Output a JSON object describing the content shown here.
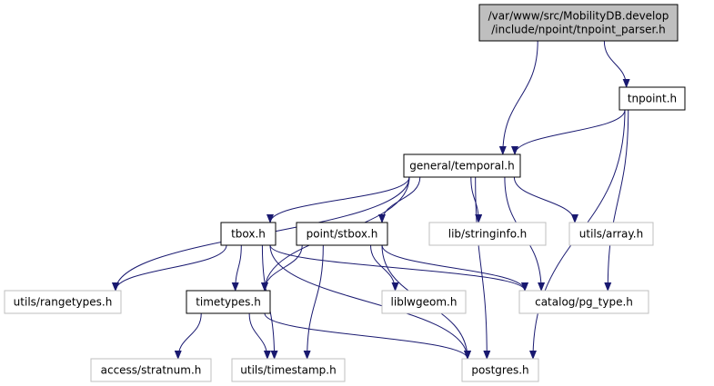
{
  "colors": {
    "edge": "#191970",
    "root_fill": "#bfbfbf",
    "node_border": "#000000",
    "external_border": "#bfbfbf",
    "external_text": "#000000",
    "background": "#ffffff"
  },
  "nodes": [
    {
      "id": "root",
      "lines": [
        "/var/www/src/MobilityDB.develop",
        "/include/npoint/tnpoint_parser.h"
      ],
      "kind": "root"
    },
    {
      "id": "tnpoint",
      "lines": [
        "tnpoint.h"
      ],
      "kind": "internal"
    },
    {
      "id": "temporal",
      "lines": [
        "general/temporal.h"
      ],
      "kind": "internal"
    },
    {
      "id": "tbox",
      "lines": [
        "tbox.h"
      ],
      "kind": "internal"
    },
    {
      "id": "stbox",
      "lines": [
        "point/stbox.h"
      ],
      "kind": "internal"
    },
    {
      "id": "stringinfo",
      "lines": [
        "lib/stringinfo.h"
      ],
      "kind": "external"
    },
    {
      "id": "array",
      "lines": [
        "utils/array.h"
      ],
      "kind": "external"
    },
    {
      "id": "rangetypes",
      "lines": [
        "utils/rangetypes.h"
      ],
      "kind": "external"
    },
    {
      "id": "timetypes",
      "lines": [
        "timetypes.h"
      ],
      "kind": "internal"
    },
    {
      "id": "liblwgeom",
      "lines": [
        "liblwgeom.h"
      ],
      "kind": "external"
    },
    {
      "id": "pg_type",
      "lines": [
        "catalog/pg_type.h"
      ],
      "kind": "external"
    },
    {
      "id": "stratnum",
      "lines": [
        "access/stratnum.h"
      ],
      "kind": "external"
    },
    {
      "id": "timestamp",
      "lines": [
        "utils/timestamp.h"
      ],
      "kind": "external"
    },
    {
      "id": "postgres",
      "lines": [
        "postgres.h"
      ],
      "kind": "external"
    }
  ],
  "edges": [
    [
      "root",
      "temporal"
    ],
    [
      "root",
      "tnpoint"
    ],
    [
      "tnpoint",
      "temporal"
    ],
    [
      "tnpoint",
      "pg_type"
    ],
    [
      "tnpoint",
      "postgres"
    ],
    [
      "temporal",
      "tbox"
    ],
    [
      "temporal",
      "stbox"
    ],
    [
      "temporal",
      "stringinfo"
    ],
    [
      "temporal",
      "array"
    ],
    [
      "temporal",
      "rangetypes"
    ],
    [
      "temporal",
      "timetypes"
    ],
    [
      "temporal",
      "pg_type"
    ],
    [
      "temporal",
      "postgres"
    ],
    [
      "tbox",
      "rangetypes"
    ],
    [
      "tbox",
      "timetypes"
    ],
    [
      "tbox",
      "pg_type"
    ],
    [
      "tbox",
      "timestamp"
    ],
    [
      "tbox",
      "postgres"
    ],
    [
      "stbox",
      "timetypes"
    ],
    [
      "stbox",
      "liblwgeom"
    ],
    [
      "stbox",
      "pg_type"
    ],
    [
      "stbox",
      "timestamp"
    ],
    [
      "stbox",
      "postgres"
    ],
    [
      "timetypes",
      "stratnum"
    ],
    [
      "timetypes",
      "timestamp"
    ],
    [
      "timetypes",
      "postgres"
    ]
  ]
}
